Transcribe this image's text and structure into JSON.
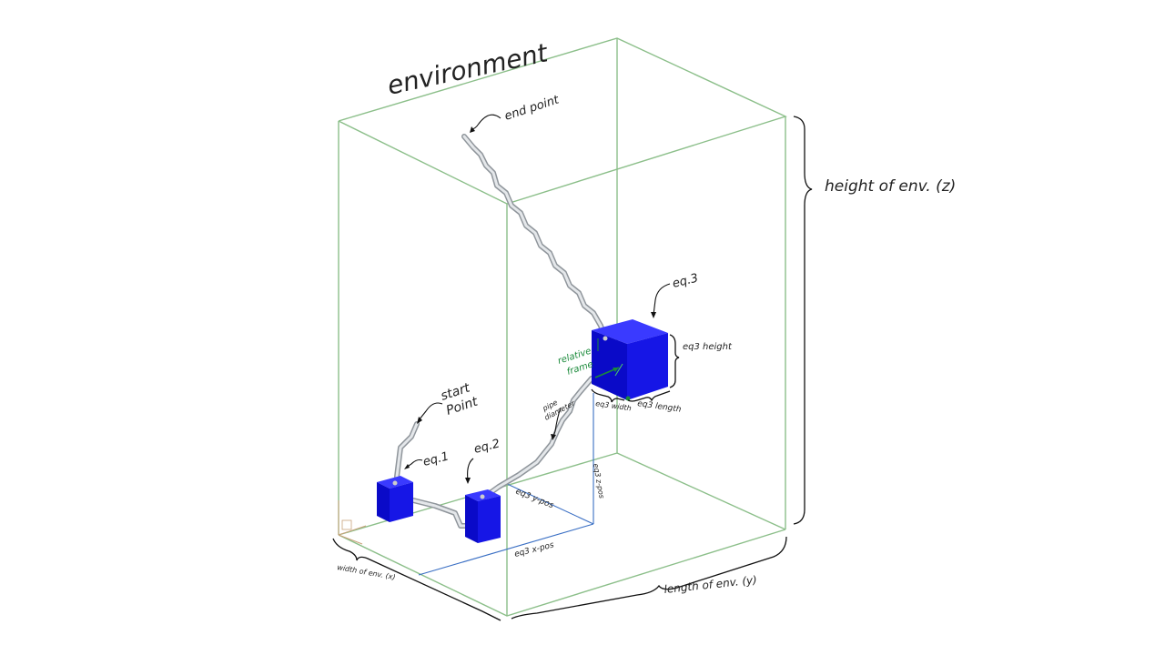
{
  "labels": {
    "environment": "environment",
    "end_point": "end point",
    "start_point_1": "start",
    "start_point_2": "Point",
    "eq1": "eq.1",
    "eq2": "eq.2",
    "eq3": "eq.3",
    "eq3_height": "eq3 height",
    "eq3_width": "eq3 width",
    "eq3_length": "eq3 length",
    "relative_frame_1": "relative",
    "relative_frame_2": "frame",
    "pipe_diameter_1": "pipe",
    "pipe_diameter_2": "diameter",
    "eq3_x_pos": "eq3 x-pos",
    "eq3_y_pos": "eq3 y-pos",
    "eq3_z_pos": "eq3 z-pos",
    "height_of_env": "height of env. (z)",
    "length_of_env": "length of env. (y)",
    "width_of_env": "width of env. (x)"
  },
  "colors": {
    "environment_edges": "#8cbf8a",
    "equipment": "#1010e0",
    "pipe": "#c9cdd1",
    "position_lines": "#3a6fc4",
    "annotation_green": "#1a8a3a"
  }
}
